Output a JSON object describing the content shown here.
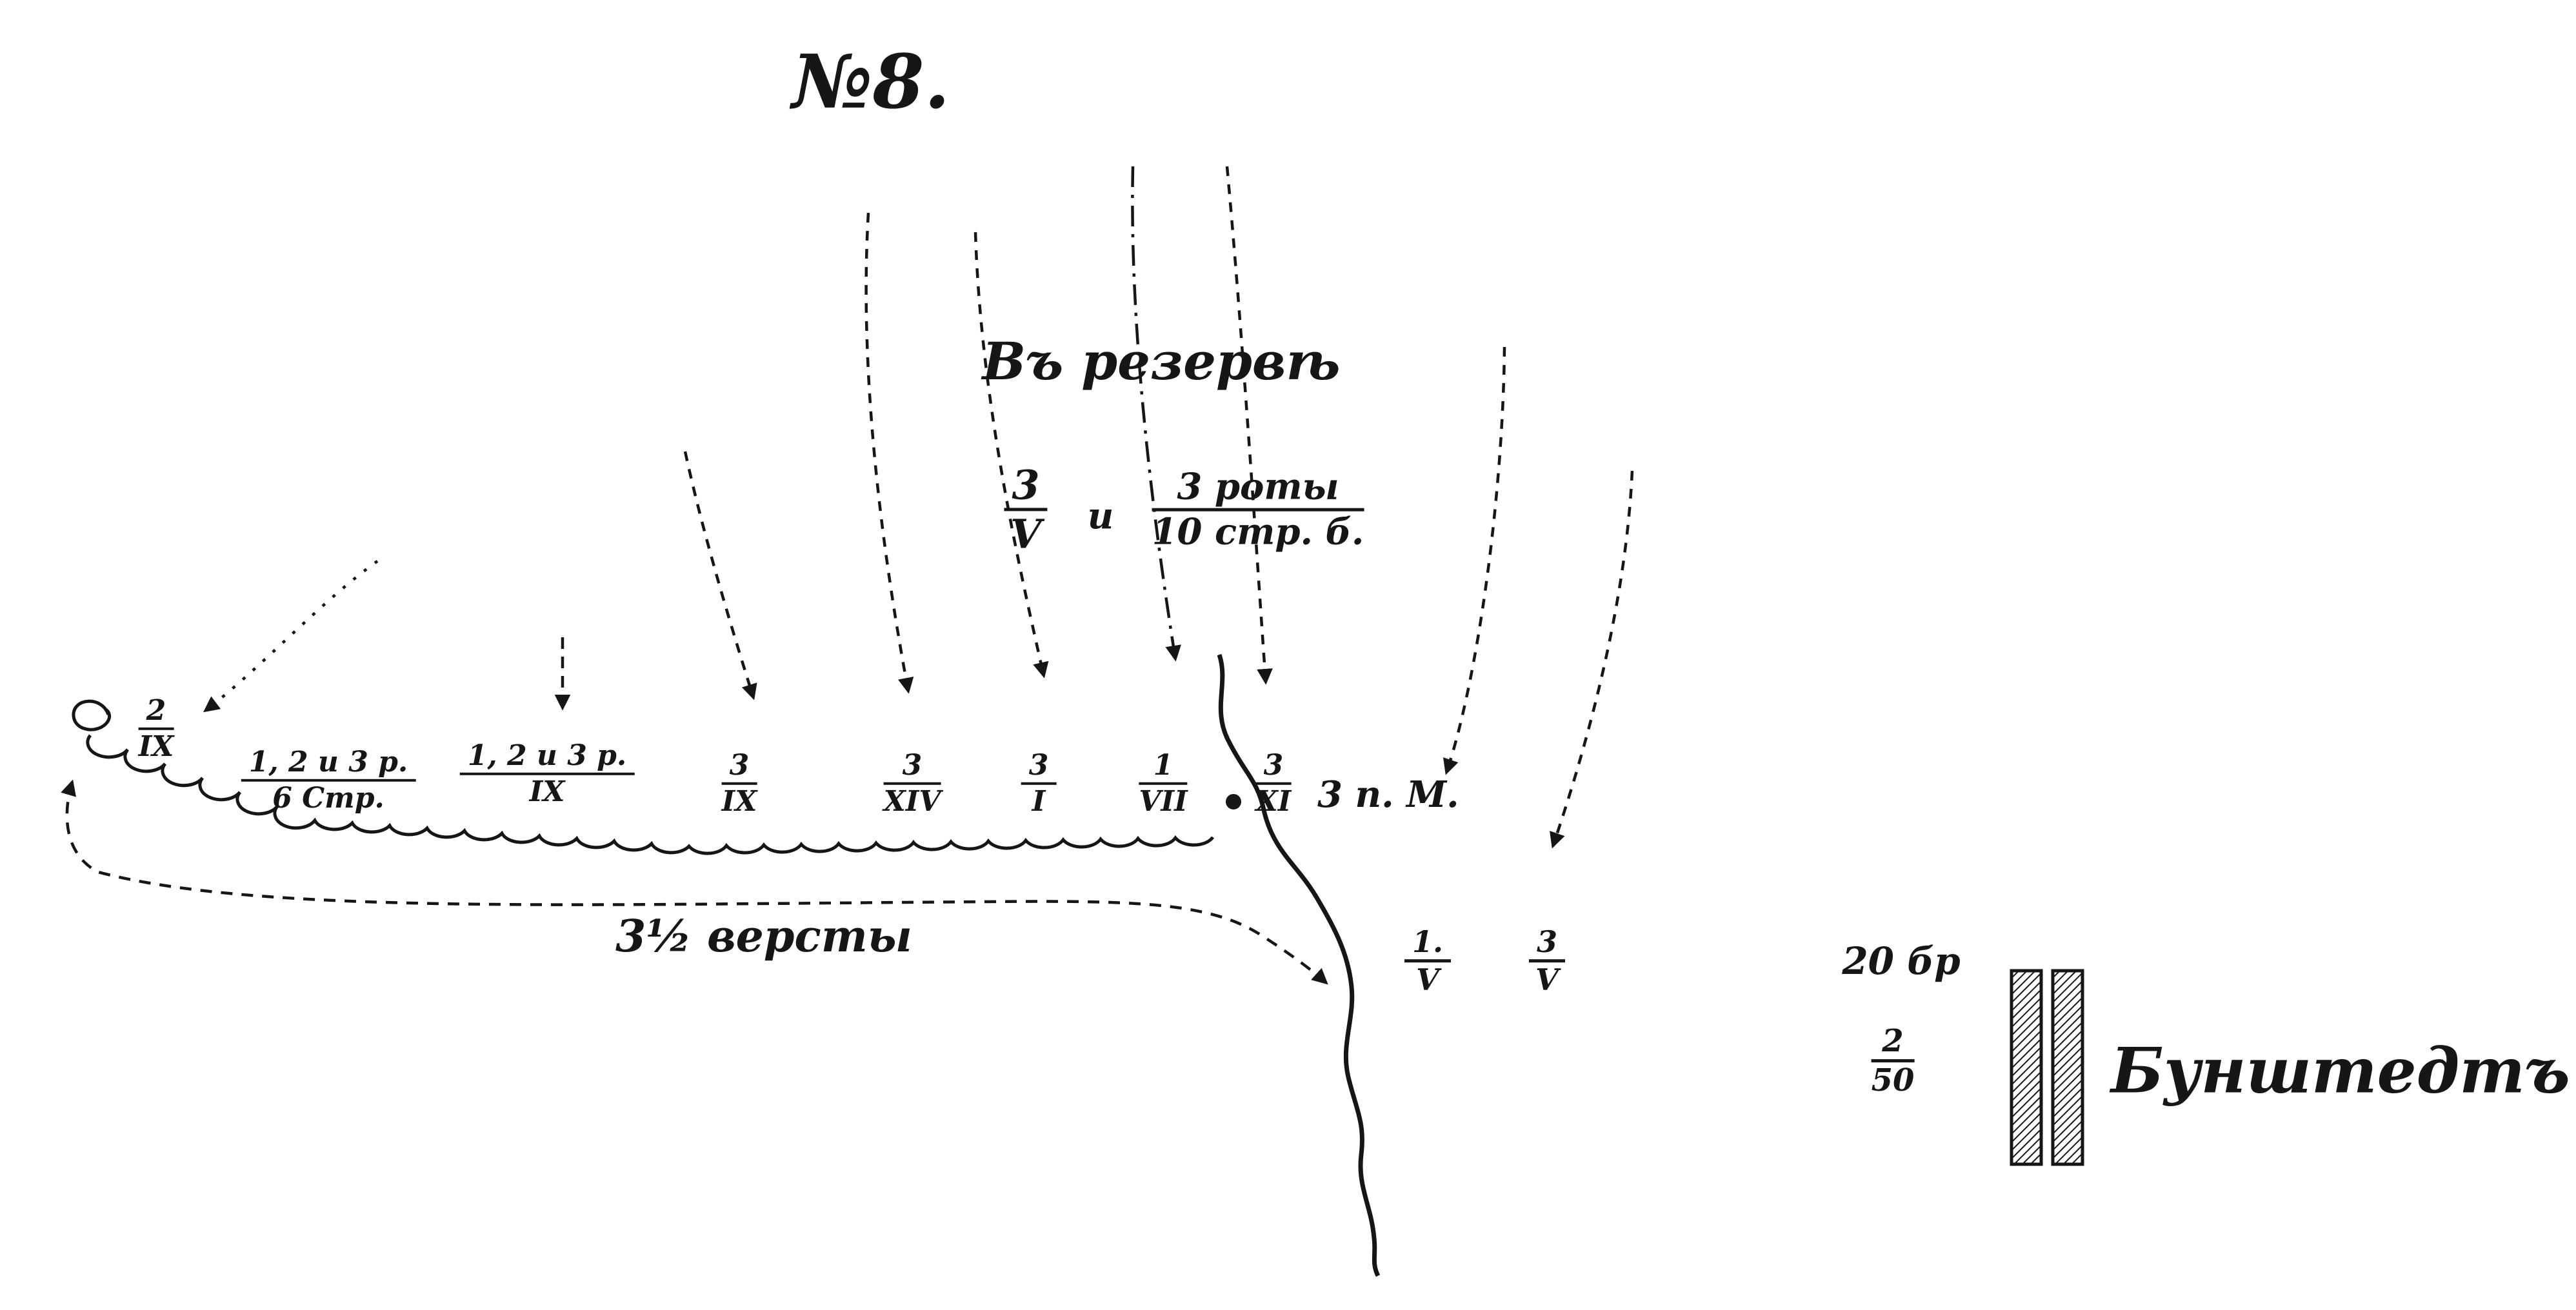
{
  "figure": {
    "number_label": "№8."
  },
  "reserve": {
    "heading": "Въ резервѣ",
    "unit_a": {
      "num": "3",
      "den": "V"
    },
    "conjunction": "и",
    "unit_b": {
      "num": "3 роты",
      "den": "10 стр. б."
    }
  },
  "front_line_units": [
    {
      "num": "2",
      "den": "IX"
    },
    {
      "num": "1, 2 и 3 р.",
      "den": "6 Стр."
    },
    {
      "num": "1, 2 и 3 р.",
      "den": "IX"
    },
    {
      "num": "3",
      "den": "IX"
    },
    {
      "num": "3",
      "den": "XIV"
    },
    {
      "num": "3",
      "den": "I"
    },
    {
      "num": "1",
      "den": "VII"
    },
    {
      "num": "3",
      "den": "XI"
    }
  ],
  "line_end_label": "3 п. М.",
  "distance_label": "3½ версты",
  "rear_units": [
    {
      "num": "1.",
      "den": "V"
    },
    {
      "num": "3",
      "den": "V"
    }
  ],
  "legend": {
    "top_label": "20 бр",
    "fraction": {
      "num": "2",
      "den": "50"
    },
    "name": "Бунштедтъ"
  },
  "colors": {
    "ink": "#161616",
    "paper": "#ffffff"
  }
}
